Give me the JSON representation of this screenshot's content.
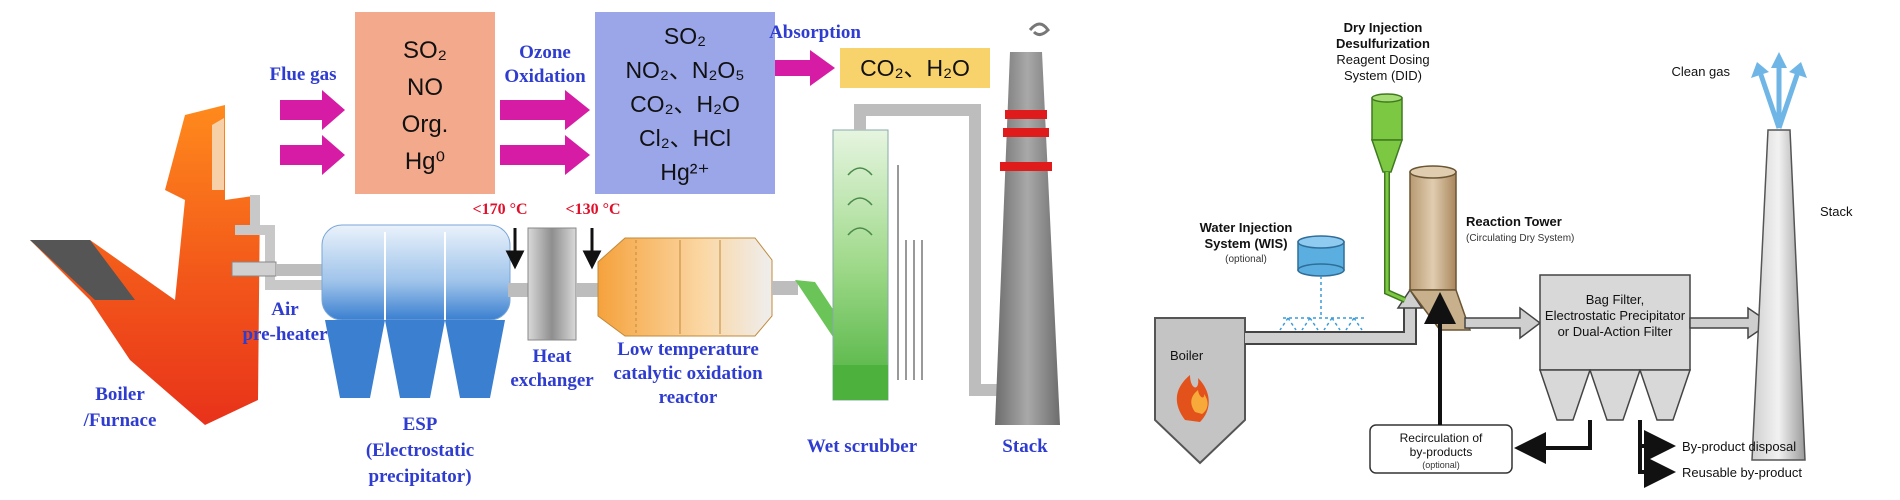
{
  "left_diagram": {
    "boiler_label": [
      "Boiler",
      "/Furnace"
    ],
    "flue_gas_label": "Flue gas",
    "ozone_label": [
      "Ozone",
      "Oxidation"
    ],
    "absorption_label": "Absorption",
    "air_preheater_label": [
      "Air",
      "pre-heater"
    ],
    "esp_label": [
      "ESP",
      "(Electrostatic",
      "precipitator)"
    ],
    "heat_exchanger_label": [
      "Heat",
      "exchanger"
    ],
    "reactor_label": [
      "Low temperature",
      "catalytic oxidation",
      "reactor"
    ],
    "wet_scrubber_label": "Wet scrubber",
    "stack_label": "Stack",
    "temp_170": "<170 °C",
    "temp_130": "<130 °C",
    "box1_lines": [
      "SO₂",
      "NO",
      "Org.",
      "Hg⁰"
    ],
    "box2_lines": [
      "SO₂",
      "NO₂、N₂O₅",
      "CO₂、H₂O",
      "Cl₂、HCl",
      "Hg²⁺"
    ],
    "absorption_products": "CO₂、H₂O",
    "colors": {
      "label_blue": "#2f3cd0",
      "flow_magenta": "#d61ca4",
      "temp_red": "#e0102a",
      "box1_fill": "#f3a98c",
      "box2_fill": "#9aa6e8",
      "product_fill": "#f8d26a",
      "esp_blue": "#3a7fd0",
      "scrubber_green": "#59c04a"
    }
  },
  "right_diagram": {
    "did_label": [
      "Dry Injection",
      "Desulfurization"
    ],
    "did_sub": [
      "Reagent Dosing",
      "System (DID)"
    ],
    "wis_label": [
      "Water Injection",
      "System (WIS)"
    ],
    "wis_optional": "(optional)",
    "reaction_tower_label": "Reaction Tower",
    "reaction_tower_sub": "(Circulating Dry System)",
    "boiler_label": "Boiler",
    "filter_label": [
      "Bag Filter,",
      "Electrostatic Precipitator",
      "or Dual-Action Filter"
    ],
    "clean_gas_label": "Clean gas",
    "stack_label": "Stack",
    "recirc_label": [
      "Recirculation of",
      "by-products"
    ],
    "recirc_optional": "(optional)",
    "byproduct_disposal": "By-product disposal",
    "reusable_byproduct": "Reusable by-product",
    "icons": [
      "flame-icon",
      "clean-gas-arrows-icon"
    ],
    "colors": {
      "did_green": "#7dc843",
      "wis_blue": "#5aaee0",
      "tower_tan": "#c9b08c",
      "steel_gray": "#b8b8b8",
      "clean_gas_blue": "#6fb6e6"
    }
  }
}
